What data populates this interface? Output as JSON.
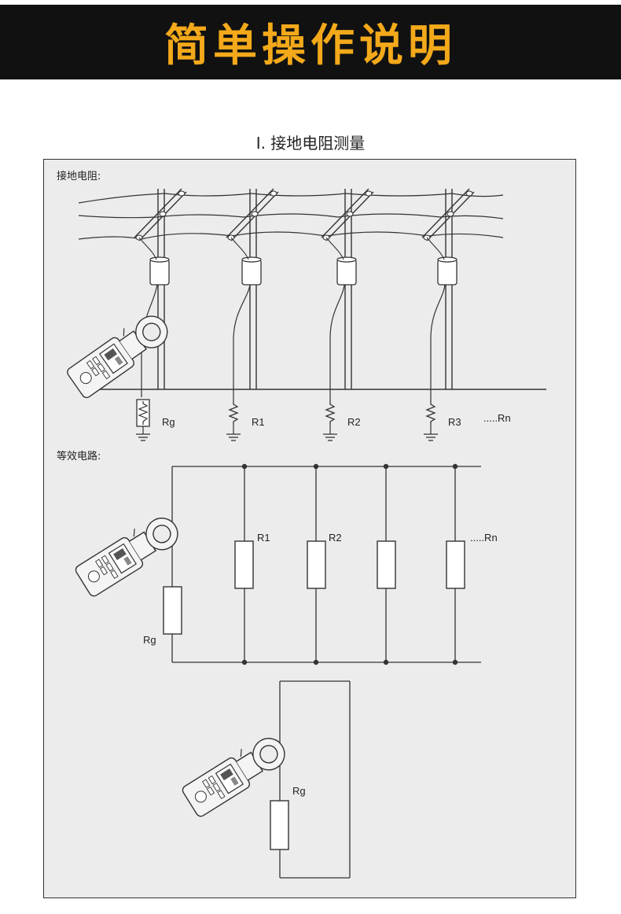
{
  "banner": {
    "title": "简单操作说明"
  },
  "section": {
    "title": "I. 接地电阻测量"
  },
  "diagram": {
    "top_label": "接地电阻:",
    "equiv_label": "等效电路:",
    "pole_resistors": [
      "Rg",
      "R1",
      "R2",
      "R3"
    ],
    "pole_more": ".....Rn",
    "equiv_resistors": [
      "R1",
      "R2"
    ],
    "equiv_more": ".....Rn",
    "equiv_ground": "Rg",
    "single_ground": "Rg"
  },
  "colors": {
    "banner_bg": "#111111",
    "banner_text": "#f3a91a",
    "panel_bg": "#ececec",
    "line": "#333333"
  }
}
